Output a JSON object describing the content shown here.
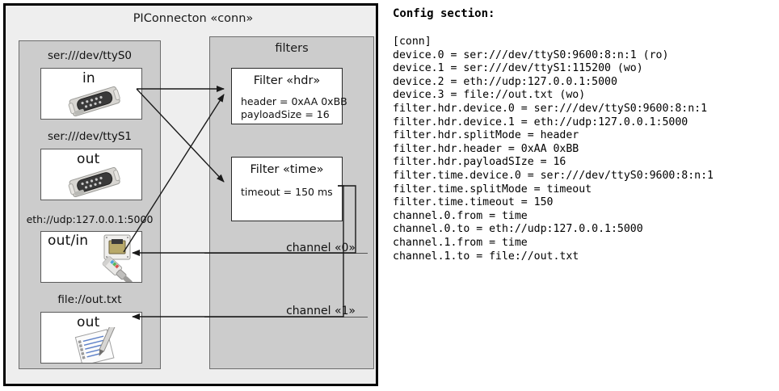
{
  "diagram": {
    "title": "PIConnecton «conn»",
    "devices_panel": {
      "title": ""
    },
    "filters_panel": {
      "title": "filters"
    },
    "devices": [
      {
        "label": "ser:///dev/ttyS0",
        "io": "in",
        "icon": "serial-port-icon"
      },
      {
        "label": "ser:///dev/ttyS1",
        "io": "out",
        "icon": "serial-port-icon"
      },
      {
        "label": "eth://udp:127.0.0.1:5000",
        "io": "out/in",
        "icon": "network-jack-icon"
      },
      {
        "label": "file://out.txt",
        "io": "out",
        "icon": "text-file-icon"
      }
    ],
    "filters": [
      {
        "title": "Filter «hdr»",
        "attrs": [
          "header = 0xAA 0xBB",
          "payloadSize = 16"
        ]
      },
      {
        "title": "Filter «time»",
        "attrs": [
          "timeout = 150 ms"
        ]
      }
    ],
    "channels": [
      {
        "label": "channel «0»"
      },
      {
        "label": "channel «1»"
      }
    ]
  },
  "config": {
    "heading": "Config section:",
    "text": "[conn]\ndevice.0 = ser:///dev/ttyS0:9600:8:n:1 (ro)\ndevice.1 = ser:///dev/ttyS1:115200 (wo)\ndevice.2 = eth://udp:127.0.0.1:5000\ndevice.3 = file://out.txt (wo)\nfilter.hdr.device.0 = ser:///dev/ttyS0:9600:8:n:1\nfilter.hdr.device.1 = eth://udp:127.0.0.1:5000\nfilter.hdr.splitMode = header\nfilter.hdr.header = 0xAA 0xBB\nfilter.hdr.payloadSIze = 16\nfilter.time.device.0 = ser:///dev/ttyS0:9600:8:n:1\nfilter.time.splitMode = timeout\nfilter.time.timeout = 150\nchannel.0.from = time\nchannel.0.to = eth://udp:127.0.0.1:5000\nchannel.1.from = time\nchannel.1.to = file://out.txt",
    "lines": [
      "[conn]",
      "device.0 = ser:///dev/ttyS0:9600:8:n:1 (ro)",
      "device.1 = ser:///dev/ttyS1:115200 (wo)",
      "device.2 = eth://udp:127.0.0.1:5000",
      "device.3 = file://out.txt (wo)",
      "filter.hdr.device.0 = ser:///dev/ttyS0:9600:8:n:1",
      "filter.hdr.device.1 = eth://udp:127.0.0.1:5000",
      "filter.hdr.splitMode = header",
      "filter.hdr.header = 0xAA 0xBB",
      "filter.hdr.payloadSIze = 16",
      "filter.time.device.0 = ser:///dev/ttyS0:9600:8:n:1",
      "filter.time.splitMode = timeout",
      "filter.time.timeout = 150",
      "channel.0.from = time",
      "channel.0.to = eth://udp:127.0.0.1:5000",
      "channel.1.from = time",
      "channel.1.to = file://out.txt"
    ]
  },
  "colors": {
    "frame_border": "#000000",
    "frame_fill": "#eeeeee",
    "panel_fill": "#cccccc",
    "panel_border": "#6d6d6d",
    "node_fill": "#ffffff",
    "connector": "#222222"
  }
}
